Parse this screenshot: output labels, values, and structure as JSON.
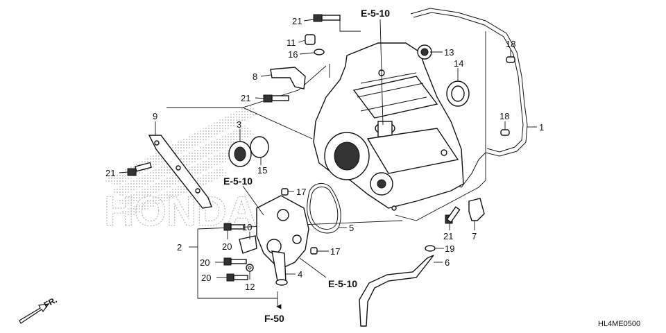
{
  "labels": {
    "n1": "1",
    "n2": "2",
    "n3": "3",
    "n4": "4",
    "n5": "5",
    "n6": "6",
    "n7": "7",
    "n8": "8",
    "n9": "9",
    "n10": "10",
    "n11": "11",
    "n12": "12",
    "n13": "13",
    "n14": "14",
    "n15": "15",
    "n16": "16",
    "n17a": "17",
    "n17b": "17",
    "n18a": "18",
    "n18b": "18",
    "n19": "19",
    "n20a": "20",
    "n20b": "20",
    "n20c": "20",
    "n21a": "21",
    "n21b": "21",
    "n21c": "21",
    "n21d": "21"
  },
  "refs": {
    "e510_top": "E-5-10",
    "e510_left": "E-5-10",
    "e510_bottom": "E-5-10",
    "f50": "F-50"
  },
  "front_marker": "FR.",
  "watermark": "HONDA",
  "diagram_code": "HL4ME0500"
}
